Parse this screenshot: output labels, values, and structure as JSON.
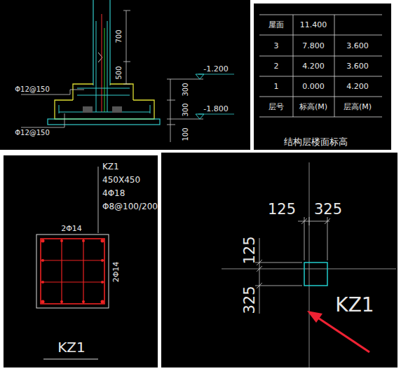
{
  "diagram": {
    "labels": [
      "700",
      "500",
      "Φ12@150",
      "-1.200",
      "300",
      "300",
      "-1.800",
      "Φ12@150",
      "100",
      "屋面",
      "11.400",
      "3",
      "7.800",
      "3.600",
      "2",
      "4.200",
      "3.600",
      "1",
      "0.000",
      "4.200",
      "层号",
      "标高(M)",
      "层高(M)",
      "结构层楼面标高",
      "KZ1",
      "450X450",
      "4Φ18",
      "Φ8@100/200",
      "2Φ14",
      "2Φ14",
      "KZ1",
      "125",
      "325",
      "125",
      "325",
      "KZ1"
    ]
  }
}
